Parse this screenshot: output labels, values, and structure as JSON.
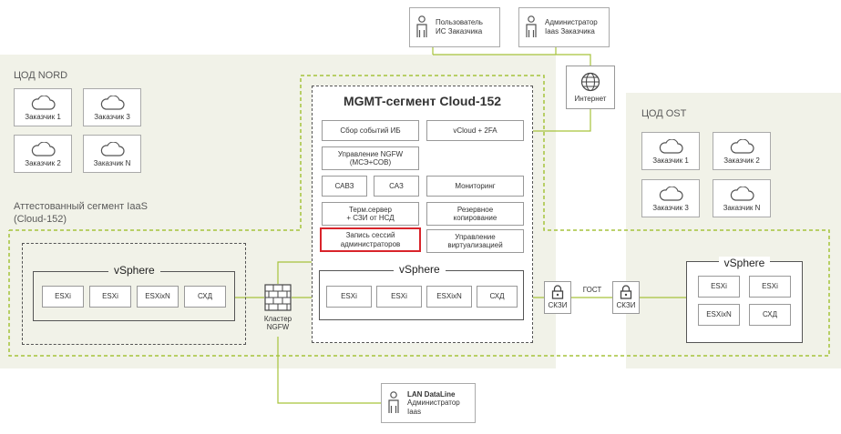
{
  "zones": {
    "nord_title": "ЦОД NORD",
    "ost_title": "ЦОД OST",
    "segment_title_line1": "Аттестованный сегмент IaaS",
    "segment_title_line2": "(Cloud-152)"
  },
  "nord_customers": [
    "Заказчик 1",
    "Заказчик 3",
    "Заказчик 2",
    "Заказчик N"
  ],
  "ost_customers": [
    "Заказчик 1",
    "Заказчик 2",
    "Заказчик 3",
    "Заказчик N"
  ],
  "users": {
    "customer_user_line1": "Пользователь",
    "customer_user_line2": "ИС Заказчика",
    "customer_admin_line1": "Администратор",
    "customer_admin_line2": "Iaas Заказчика"
  },
  "internet": "Интернет",
  "mgmt": {
    "title": "MGMT-сегмент Cloud-152",
    "sbor": "Сбор событий ИБ",
    "vcloud": "vCloud + 2FA",
    "ngfw_line1": "Управление NGFW",
    "ngfw_line2": "(МСЭ+СОВ)",
    "savz": "САВЗ",
    "saz": "САЗ",
    "monitoring": "Мониторинг",
    "term_line1": "Терм.сервер",
    "term_line2": "+ СЗИ от НСД",
    "backup_line1": "Резервное",
    "backup_line2": "копирование",
    "rec_line1": "Запись сессий",
    "rec_line2": "администраторов",
    "virt_line1": "Управление",
    "virt_line2": "виртуализацией"
  },
  "vsphere_left": {
    "title": "vSphere",
    "items": [
      "ESXi",
      "ESXi",
      "ESXixN",
      "СХД"
    ]
  },
  "vsphere_mid": {
    "title": "vSphere",
    "items": [
      "ESXi",
      "ESXi",
      "ESXixN",
      "СХД"
    ]
  },
  "vsphere_right": {
    "title": "vSphere",
    "items": [
      "ESXi",
      "ESXi",
      "ESXixN",
      "СХД"
    ]
  },
  "firewall_line1": "Кластер",
  "firewall_line2": "NGFW",
  "skzi_left": "СКЗИ",
  "skzi_right": "СКЗИ",
  "gost": "ГОСТ",
  "lan": {
    "line1": "LAN DataLine",
    "line2": "Администратор",
    "line3": "Iaas"
  },
  "colors": {
    "zone_bg": "#f1f2e8",
    "green_dash": "#a6c33b",
    "highlight": "#d9242b",
    "link_line": "#a6c33b"
  },
  "icons": [
    "cloud-icon",
    "person-icon",
    "globe-icon",
    "firewall-icon",
    "lock-icon"
  ]
}
